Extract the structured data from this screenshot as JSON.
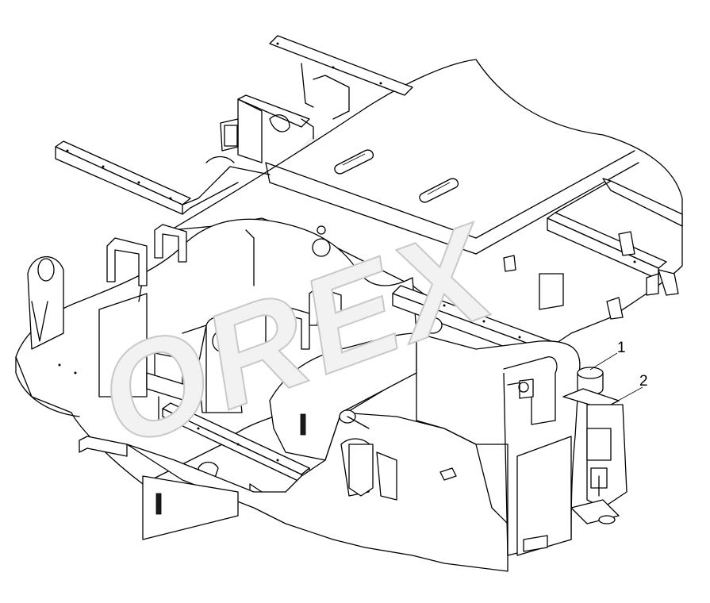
{
  "watermark": {
    "text": "OREX"
  },
  "callouts": [
    {
      "id": "1",
      "label": "1"
    },
    {
      "id": "2",
      "label": "2"
    }
  ]
}
